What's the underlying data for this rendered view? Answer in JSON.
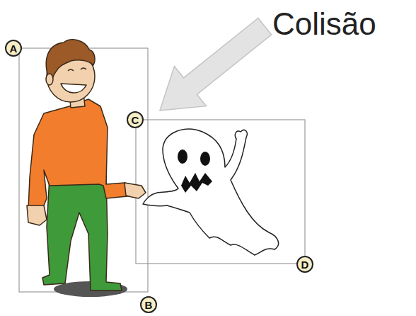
{
  "diagram": {
    "nodes": [
      {
        "text": [
          "A"
        ]
      },
      {
        "text": [
          "C"
        ]
      },
      {
        "text": [
          "D"
        ]
      },
      {
        "text": [
          "B"
        ]
      }
    ],
    "labels": [
      "Colisão"
    ]
  }
}
